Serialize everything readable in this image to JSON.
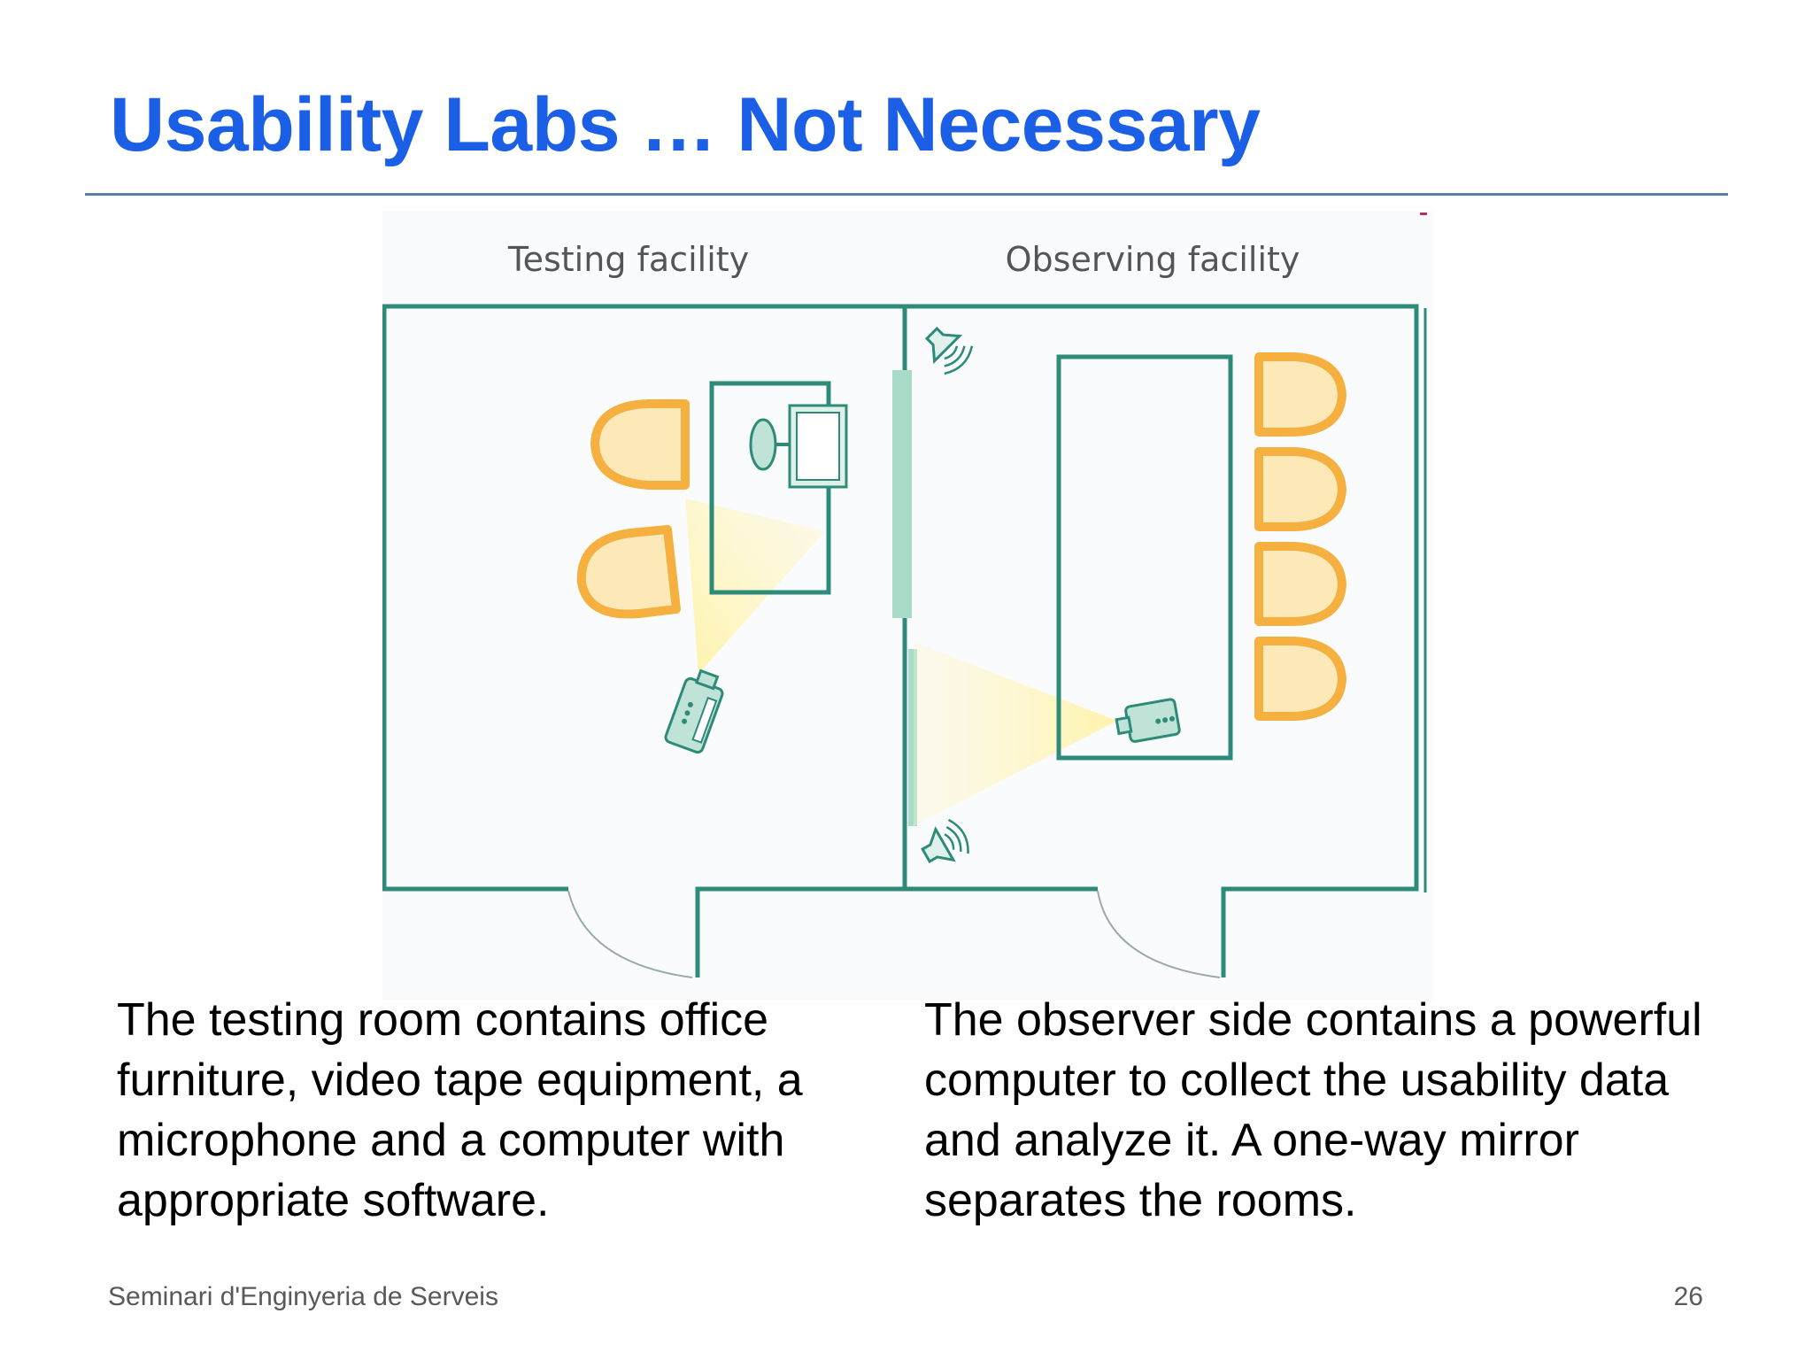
{
  "slide": {
    "title": "Usability Labs … Not Necessary",
    "footer_left": "Seminari d'Enginyeria de Serveis",
    "page_number": "26"
  },
  "diagram": {
    "testing_label": "Testing facility",
    "observing_label": "Observing facility",
    "wall_color": "#2e8b7a",
    "chair_color": "#f5b040",
    "chair_fill": "#fde9b8",
    "mirror_color": "#a8dcc8"
  },
  "captions": {
    "left": "The testing room contains office furniture, video tape equipment, a microphone and a computer with appropriate software.",
    "right": "The observer side contains a powerful computer to collect the usability data and analyze it. A one-way mirror separates the rooms."
  }
}
